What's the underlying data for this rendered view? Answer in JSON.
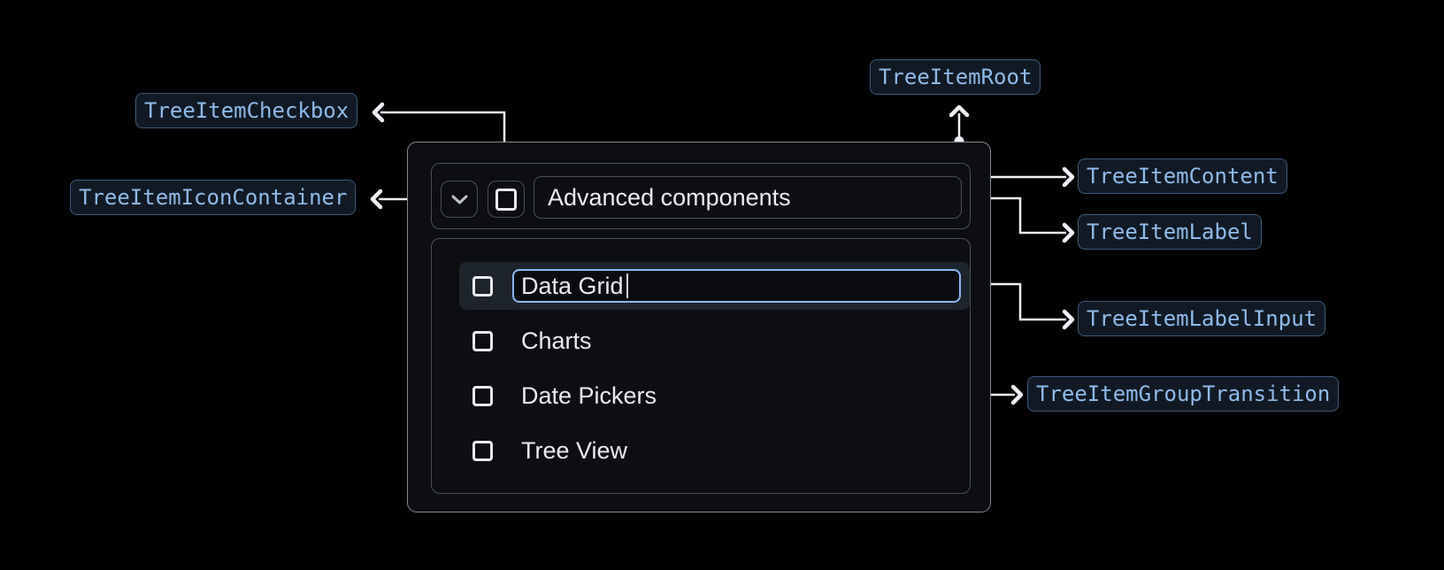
{
  "colors": {
    "accent": "#8fbae9",
    "anno-bg": "#111a24",
    "anno-border": "#3e5a7b",
    "line": "#eef1f5",
    "root-border": "#848b93",
    "box-border": "#4a5058",
    "box-bg": "#0c0e11",
    "row-bg": "#1d242c",
    "input-border": "#8ab8f2",
    "input-bg": "#0a0c0f",
    "text": "#e9ebee",
    "glyph": "#bcc0c5"
  },
  "icons": {
    "expand": "chevron-down"
  },
  "annotations": {
    "root": {
      "label": "TreeItemRoot"
    },
    "content": {
      "label": "TreeItemContent"
    },
    "label": {
      "label": "TreeItemLabel"
    },
    "labelInput": {
      "label": "TreeItemLabelInput"
    },
    "groupTransition": {
      "label": "TreeItemGroupTransition"
    },
    "checkbox": {
      "label": "TreeItemCheckbox"
    },
    "iconContainer": {
      "label": "TreeItemIconContainer"
    }
  },
  "tree": {
    "parent_label": "Advanced components",
    "children": [
      {
        "label": "Data Grid",
        "state": "editing"
      },
      {
        "label": "Charts",
        "state": "default"
      },
      {
        "label": "Date Pickers",
        "state": "default"
      },
      {
        "label": "Tree View",
        "state": "default"
      }
    ]
  }
}
